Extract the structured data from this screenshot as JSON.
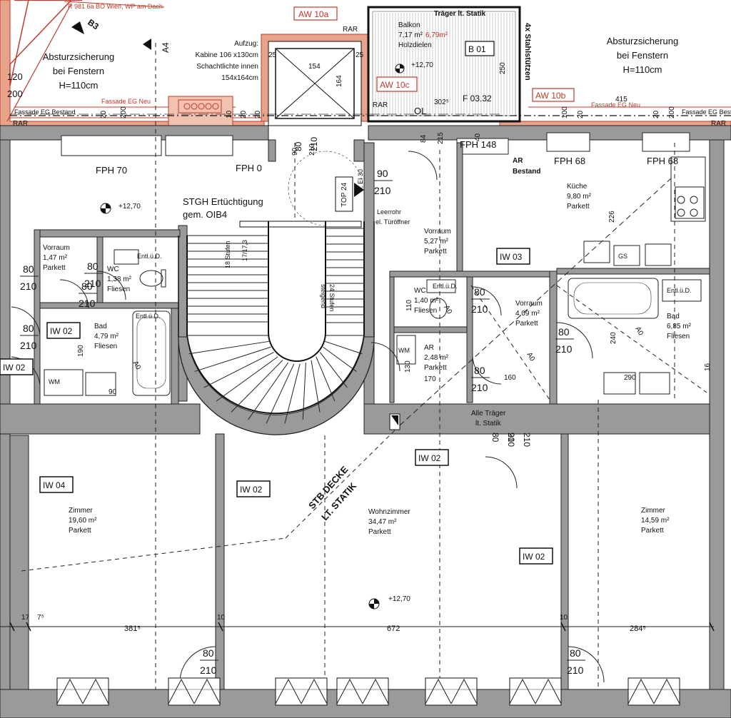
{
  "colors": {
    "wall": "#9a9a9a",
    "red": "#c0392b",
    "salmon": "#e8a48a",
    "ink": "#111111"
  },
  "top_notes": {
    "roof_note": "R 981 6a BO Wien, WP am Dach",
    "fall_left": [
      "Absturzsicherung",
      "bei Fenstern",
      "H=110cm"
    ],
    "fall_right": [
      "Absturzsicherung",
      "bei Fenstern",
      "H=110cm"
    ],
    "facade_new_left": "Fassade EG Neu",
    "facade_existing_left": "Fassade EG Bestand",
    "facade_new_right": "Fassade EG Neu",
    "facade_existing_right": "Fassade EG Bestand",
    "lift": [
      "Aufzug:",
      "Kabine 106 x130cm",
      "Schachtlichte innen",
      "154x164cm"
    ],
    "balcony": {
      "name": "Balkon",
      "area": "7,17 m²",
      "area_alt": "6,79m²",
      "floor": "Holzdielen",
      "level": "+12,70",
      "tag": "B 01",
      "label": "Träger lt. Statik",
      "steel": "4x Stahlstützen",
      "aw_room": "F 03.32"
    },
    "aw": [
      "AW 10a",
      "AW 10c",
      "AW 10b"
    ],
    "rar": [
      "RAR",
      "RAR",
      "RAR",
      "RAR"
    ],
    "ol": "OL",
    "left_dims": [
      "120",
      "200"
    ],
    "a4": "A4",
    "b3": "B3"
  },
  "fph": [
    "FPH 70",
    "FPH 0",
    "FPH 148",
    "FPH 68",
    "FPH 68"
  ],
  "stair": {
    "title": [
      "STGH Ertüchtigung",
      "gem. OIB4"
    ],
    "top": "TOP 24",
    "ei": "EI 30",
    "steps_a": "18 Stufen",
    "steps_b": "24 Stufen",
    "riser": "17/17,3",
    "riser_b": "steigend"
  },
  "rooms": [
    {
      "id": "vorraum-left",
      "lines": [
        "Vorraum",
        "1,47 m²",
        "Parkett"
      ]
    },
    {
      "id": "wc-left",
      "lines": [
        "WC",
        "1,38 m²",
        "Fliesen"
      ]
    },
    {
      "id": "bad-left",
      "lines": [
        "Bad",
        "4,79 m²",
        "Fliesen"
      ]
    },
    {
      "id": "vorraum-mid",
      "lines": [
        "Vorraum",
        "5,27 m²",
        "Parkett"
      ]
    },
    {
      "id": "wc-mid",
      "lines": [
        "WC",
        "1,40 m²",
        "Fliesen"
      ]
    },
    {
      "id": "ar-mid",
      "lines": [
        "AR",
        "2,48 m²",
        "Parkett"
      ]
    },
    {
      "id": "vorraum-right",
      "lines": [
        "Vorraum",
        "4,09 m²",
        "Parkett"
      ]
    },
    {
      "id": "kueche",
      "lines": [
        "Küche",
        "9,80 m²",
        "Parkett"
      ]
    },
    {
      "id": "bad-right",
      "lines": [
        "Bad",
        "6,85 m²",
        "Fliesen"
      ]
    },
    {
      "id": "zimmer-left",
      "lines": [
        "Zimmer",
        "19,60 m²",
        "Parkett"
      ]
    },
    {
      "id": "wohnzimmer",
      "lines": [
        "Wohnzimmer",
        "34,47 m²",
        "Parkett"
      ]
    },
    {
      "id": "zimmer-right",
      "lines": [
        "Zimmer",
        "14,59 m²",
        "Parkett"
      ]
    }
  ],
  "iw": [
    "IW 02",
    "IW 02",
    "IW 03",
    "IW 04",
    "IW 02",
    "IW 02",
    "IW 02"
  ],
  "doors": [
    {
      "w": "80",
      "h": "210"
    },
    {
      "w": "80",
      "h": "210"
    },
    {
      "w": "80",
      "h": "210"
    },
    {
      "w": "80",
      "h": "210"
    },
    {
      "w": "90",
      "h": "210"
    },
    {
      "w": "80",
      "h": "210"
    },
    {
      "w": "80",
      "h": "210"
    },
    {
      "w": "80",
      "h": "210"
    },
    {
      "w": "80",
      "h": "210"
    },
    {
      "w": "80",
      "h": "210"
    },
    {
      "w": "80",
      "h": "210"
    },
    {
      "w": "90",
      "h": "210"
    },
    {
      "w": "80",
      "h": "210"
    },
    {
      "w": "80",
      "h": "210"
    },
    {
      "w": "90",
      "h": "210"
    }
  ],
  "misc": {
    "entl_1": "Entl.ü.D.",
    "entl_2": "Entl.ü.D.",
    "entl_3": "Entl.ü.D.",
    "entl_4": "Entl.ü.D.",
    "wm_1": "WM",
    "wm_2": "WM",
    "gs": "GS",
    "ar_bestand": [
      "AR",
      "Bestand"
    ],
    "leerrohr": [
      "Leerrohr",
      "el. Türöffner"
    ],
    "traeger": [
      "Alle Träger",
      "lt. Statik"
    ],
    "stb": [
      "STB DECKE",
      "LT. STATIK"
    ],
    "level_1": "+12,70",
    "level_2": "+12,70",
    "level_3": "+12,70",
    "dim_bottom": [
      "381⁵",
      "672",
      "284⁵"
    ],
    "dim_small": [
      "17",
      "7⁵",
      "10",
      "10",
      "10"
    ],
    "dims_lift": [
      "154",
      "164",
      "25",
      "25",
      "20"
    ],
    "dims_top_row": [
      "20",
      "200",
      "10",
      "20",
      "40",
      "20",
      "15",
      "10",
      "100",
      "20",
      "200",
      "20",
      "200",
      "415"
    ],
    "dims_misc": [
      "84",
      "215",
      "40",
      "90",
      "210",
      "250",
      "302⁵",
      "160",
      "240",
      "240",
      "290",
      "226",
      "190",
      "110",
      "130",
      "16",
      "90",
      "170"
    ],
    "a0": [
      "A0",
      "A0",
      "A0",
      "A0"
    ]
  }
}
